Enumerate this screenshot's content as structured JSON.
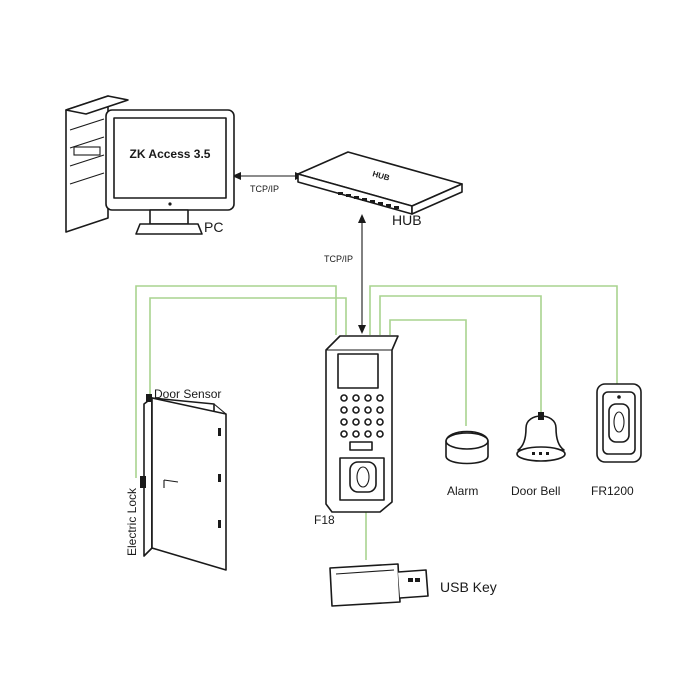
{
  "pc": {
    "screen_text": "ZK Access 3.5",
    "label": "PC"
  },
  "hub": {
    "case_text": "HUB",
    "label": "HUB"
  },
  "links": {
    "pc_hub": "TCP/IP",
    "hub_f18": "TCP/IP"
  },
  "door": {
    "sensor_label": "Door Sensor",
    "lock_label": "Electric Lock"
  },
  "f18": {
    "label": "F18"
  },
  "alarm": {
    "label": "Alarm"
  },
  "door_bell": {
    "label": "Door Bell"
  },
  "fr1200": {
    "label": "FR1200"
  },
  "usb_key": {
    "label": "USB Key"
  },
  "colors": {
    "wire": "#a9d48f",
    "line": "#1a1a1a"
  }
}
